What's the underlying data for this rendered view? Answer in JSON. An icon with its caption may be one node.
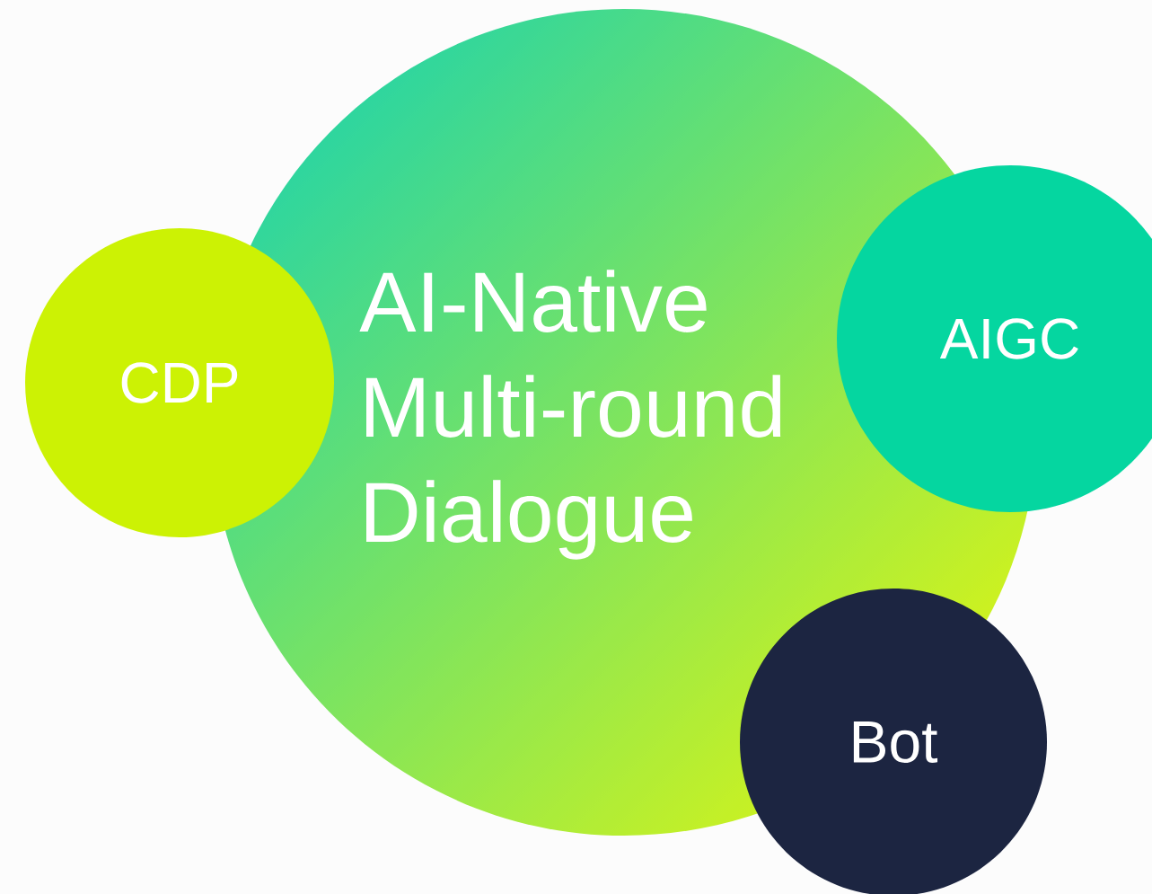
{
  "diagram": {
    "nodes": [
      {
        "text": [
          "AI-Native Multi-round Dialogue"
        ]
      },
      {
        "text": [
          "CDP"
        ]
      },
      {
        "text": [
          "AIGC"
        ]
      },
      {
        "text": [
          "Bot"
        ]
      }
    ]
  }
}
